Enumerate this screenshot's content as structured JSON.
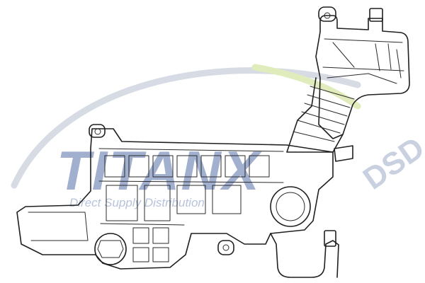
{
  "watermark": {
    "brand": "TITANX",
    "suffix": "DSD",
    "tagline": "Direct Supply Distribution",
    "colors": {
      "brand": "#1e3f8a",
      "arc": "#c9cfdc",
      "accent": "#d7e6a8",
      "suffix": "#b8c2d8",
      "tagline": "#9fb0cf"
    }
  },
  "drawing": {
    "subject": "coolant expansion reservoir",
    "line_color": "#1f1f1f"
  }
}
